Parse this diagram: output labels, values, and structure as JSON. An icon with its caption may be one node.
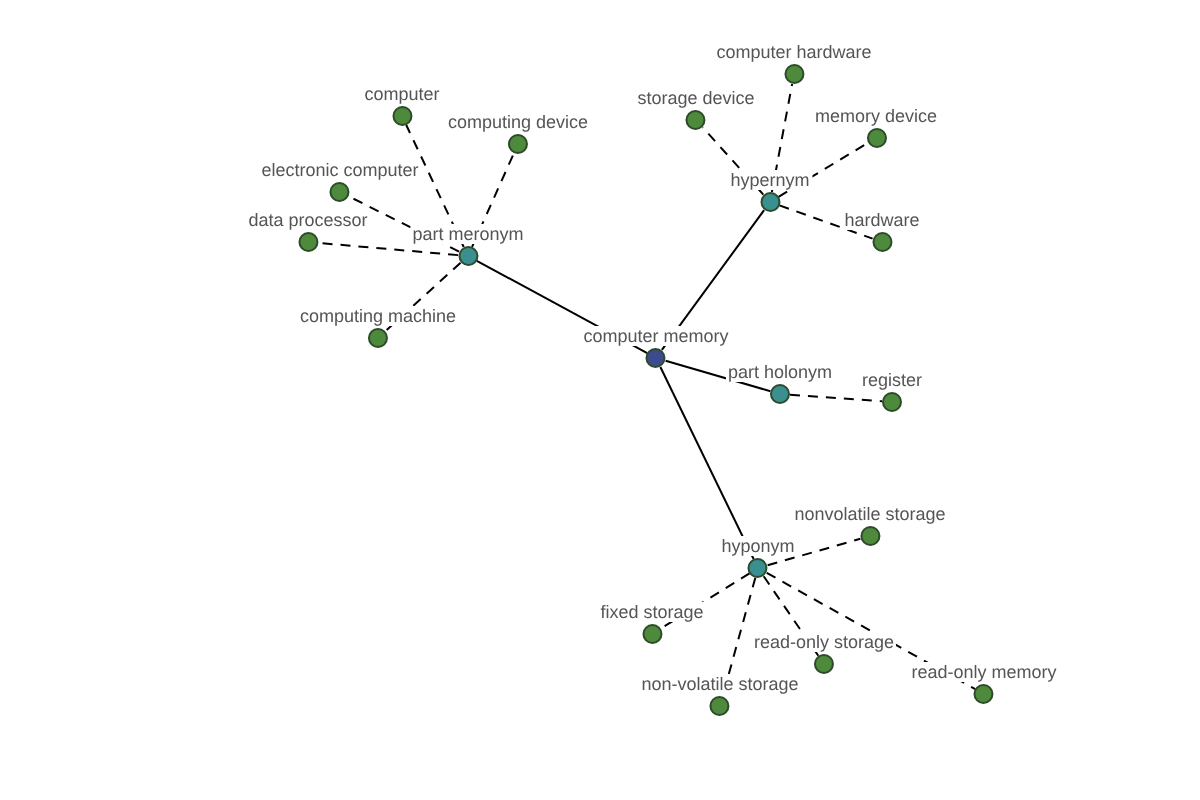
{
  "diagram": {
    "nodes": [
      {
        "text": [
          "computer memory"
        ]
      },
      {
        "text": [
          "part meronym"
        ]
      },
      {
        "text": [
          "hypernym"
        ]
      },
      {
        "text": [
          "part holonym"
        ]
      },
      {
        "text": [
          "hyponym"
        ]
      },
      {
        "text": [
          "computer"
        ]
      },
      {
        "text": [
          "computing device"
        ]
      },
      {
        "text": [
          "electronic computer"
        ]
      },
      {
        "text": [
          "data processor"
        ]
      },
      {
        "text": [
          "computing machine"
        ]
      },
      {
        "text": [
          "storage device"
        ]
      },
      {
        "text": [
          "computer hardware"
        ]
      },
      {
        "text": [
          "memory device"
        ]
      },
      {
        "text": [
          "hardware"
        ]
      },
      {
        "text": [
          "register"
        ]
      },
      {
        "text": [
          "nonvolatile storage"
        ]
      },
      {
        "text": [
          "fixed storage"
        ]
      },
      {
        "text": [
          "read-only storage"
        ]
      },
      {
        "text": [
          "read-only memory"
        ]
      },
      {
        "text": [
          "non-volatile storage"
        ]
      }
    ],
    "edges": [
      {
        "from": 0,
        "to": 1,
        "arrow": "none"
      },
      {
        "from": 0,
        "to": 2,
        "arrow": "none"
      },
      {
        "from": 0,
        "to": 3,
        "arrow": "none"
      },
      {
        "from": 0,
        "to": 4,
        "arrow": "none"
      },
      {
        "from": 1,
        "to": 5,
        "arrow": "none",
        "style": "dashed"
      },
      {
        "from": 1,
        "to": 6,
        "arrow": "none",
        "style": "dashed"
      },
      {
        "from": 1,
        "to": 7,
        "arrow": "none",
        "style": "dashed"
      },
      {
        "from": 1,
        "to": 8,
        "arrow": "none",
        "style": "dashed"
      },
      {
        "from": 1,
        "to": 9,
        "arrow": "none",
        "style": "dashed"
      },
      {
        "from": 2,
        "to": 10,
        "arrow": "none",
        "style": "dashed"
      },
      {
        "from": 2,
        "to": 11,
        "arrow": "none",
        "style": "dashed"
      },
      {
        "from": 2,
        "to": 12,
        "arrow": "none",
        "style": "dashed"
      },
      {
        "from": 2,
        "to": 13,
        "arrow": "none",
        "style": "dashed"
      },
      {
        "from": 3,
        "to": 14,
        "arrow": "none",
        "style": "dashed"
      },
      {
        "from": 4,
        "to": 15,
        "arrow": "none",
        "style": "dashed"
      },
      {
        "from": 4,
        "to": 16,
        "arrow": "none",
        "style": "dashed"
      },
      {
        "from": 4,
        "to": 17,
        "arrow": "none",
        "style": "dashed"
      },
      {
        "from": 4,
        "to": 18,
        "arrow": "none",
        "style": "dashed"
      },
      {
        "from": 4,
        "to": 19,
        "arrow": "none",
        "style": "dashed"
      }
    ]
  }
}
